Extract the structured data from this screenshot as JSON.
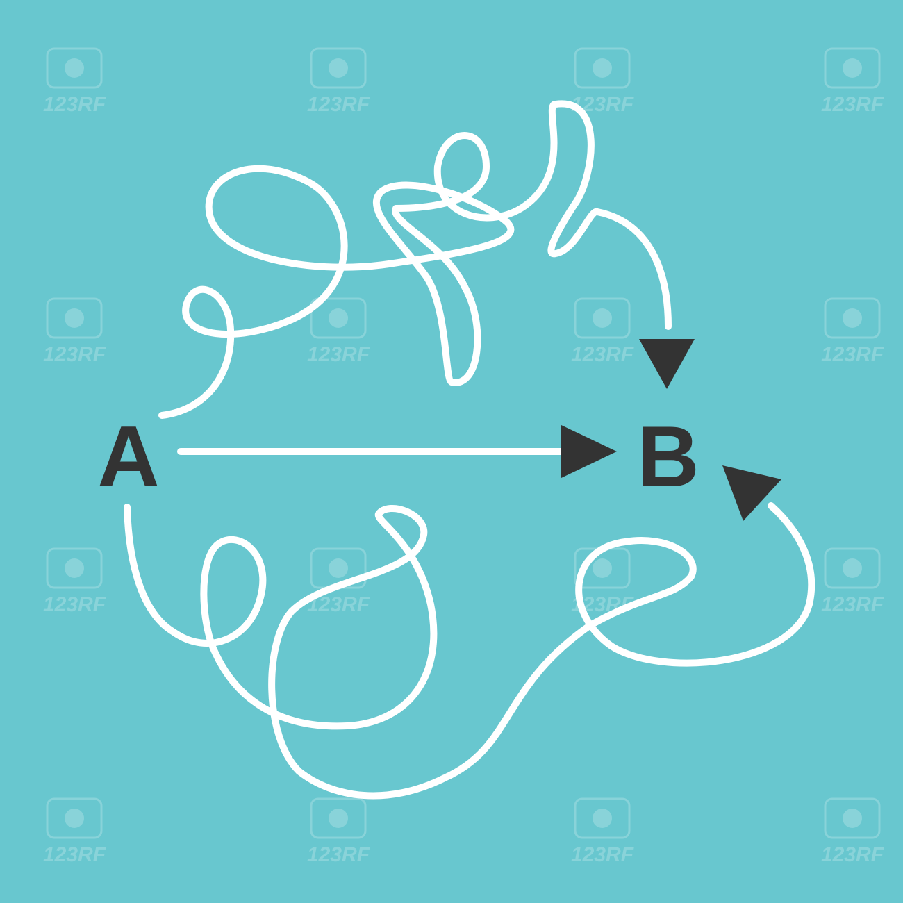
{
  "nodes": [
    {
      "id": "A",
      "label": "A"
    },
    {
      "id": "B",
      "label": "B"
    }
  ],
  "edges": [
    {
      "from": "A",
      "to": "B",
      "style": "direct"
    },
    {
      "from": "A",
      "to": "B",
      "style": "tangled-upper"
    },
    {
      "from": "A",
      "to": "B",
      "style": "tangled-lower"
    }
  ],
  "watermark": {
    "text": "123RF"
  },
  "colors": {
    "background": "#68c7cf",
    "path": "#ffffff",
    "arrowhead": "#333333",
    "label": "#333333",
    "watermark": "#ffffff"
  }
}
